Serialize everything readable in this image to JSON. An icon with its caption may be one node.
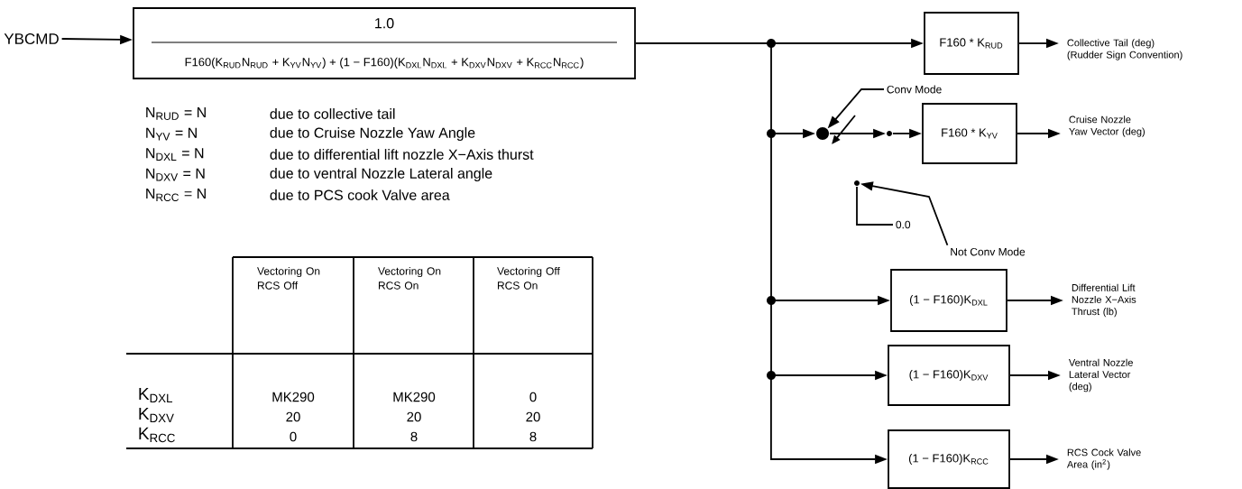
{
  "diagram": {
    "nodes": [
      {
        "text": [
          "YBCMD"
        ]
      },
      {
        "text": [
          "1.0",
          "F160(K$_{RUD}$N$_{RUD}$ + K$_{YV}$N$_{YV}$) + (1 − F160)(K$_{DXL}$N$_{DXL}$ + K$_{DXV}$N$_{DXV}$ + K$_{RCC}$N$_{RCC}$)"
        ]
      },
      {
        "text": [
          "F160 * K$_{RUD}$"
        ]
      },
      {
        "text": [
          "Collective Tail (deg) (Rudder Sign Convention)"
        ]
      },
      {
        "text": [
          "Conv Mode"
        ]
      },
      {
        "text": [],
        "shape": "circle"
      },
      {
        "text": [],
        "shape": "circle"
      },
      {
        "text": [
          "F160 * K$_{YV}$"
        ]
      },
      {
        "text": [
          "Cruise Nozzle Yaw Vector (deg)"
        ]
      },
      {
        "text": [],
        "shape": "circle"
      },
      {
        "text": [
          "0.0"
        ]
      },
      {
        "text": [
          "Not Conv Mode"
        ]
      },
      {
        "text": [
          "(1 − F160)K$_{DXL}$"
        ]
      },
      {
        "text": [
          "Differential Lift Nozzle X−Axis Thrust (lb)"
        ]
      },
      {
        "text": [
          "(1 − F160)K$_{DXV}$"
        ]
      },
      {
        "text": [
          "Ventral Nozzle Lateral Vector (deg)"
        ]
      },
      {
        "text": [
          "(1 − F160)K$_{RCC}$"
        ]
      },
      {
        "text": [
          "RCS Cock Valve Area (in$^{2}$)"
        ]
      }
    ],
    "edges": [
      {
        "from": 0,
        "to": 1,
        "arrow": "to"
      },
      {
        "from": 1,
        "to": 2,
        "arrow": "to"
      },
      {
        "from": 1,
        "to": 5,
        "arrow": "to"
      },
      {
        "from": 1,
        "to": 12,
        "arrow": "to"
      },
      {
        "from": 1,
        "to": 14,
        "arrow": "to"
      },
      {
        "from": 1,
        "to": 16,
        "arrow": "to"
      },
      {
        "from": 5,
        "to": 6,
        "arrow": "to"
      },
      {
        "from": 6,
        "to": 7,
        "arrow": "to"
      },
      {
        "from": 2,
        "to": 3,
        "arrow": "to"
      },
      {
        "from": 7,
        "to": 8,
        "arrow": "to"
      },
      {
        "from": 12,
        "to": 13,
        "arrow": "to"
      },
      {
        "from": 14,
        "to": 15,
        "arrow": "to"
      },
      {
        "from": 16,
        "to": 17,
        "arrow": "to"
      },
      {
        "from": 4,
        "to": 5,
        "arrow": "to"
      },
      {
        "from": 11,
        "to": 9,
        "arrow": "to"
      },
      {
        "from": 10,
        "to": 9,
        "arrow": "none"
      }
    ],
    "labels": [
      "N$_{RUD}$ = N",
      "due to collective tail",
      "N$_{YV}$ = N",
      "due to Cruise Nozzle Yaw Angle",
      "N$_{DXL}$ = N",
      "due to differential lift nozzle X−Axis thurst",
      "N$_{DXV}$ = N",
      "due to ventral Nozzle Lateral angle",
      "N$_{RCC}$ = N",
      "due to PCS cook Valve area",
      "Vectoring On RCS Off",
      "Vectoring On RCS On",
      "Vectoring Off RCS On",
      "K$_{DXL}$",
      "MK290",
      "MK290",
      "0",
      "K$_{DXV}$",
      "20",
      "20",
      "20",
      "K$_{RCC}$",
      "0",
      "8",
      "8"
    ]
  }
}
